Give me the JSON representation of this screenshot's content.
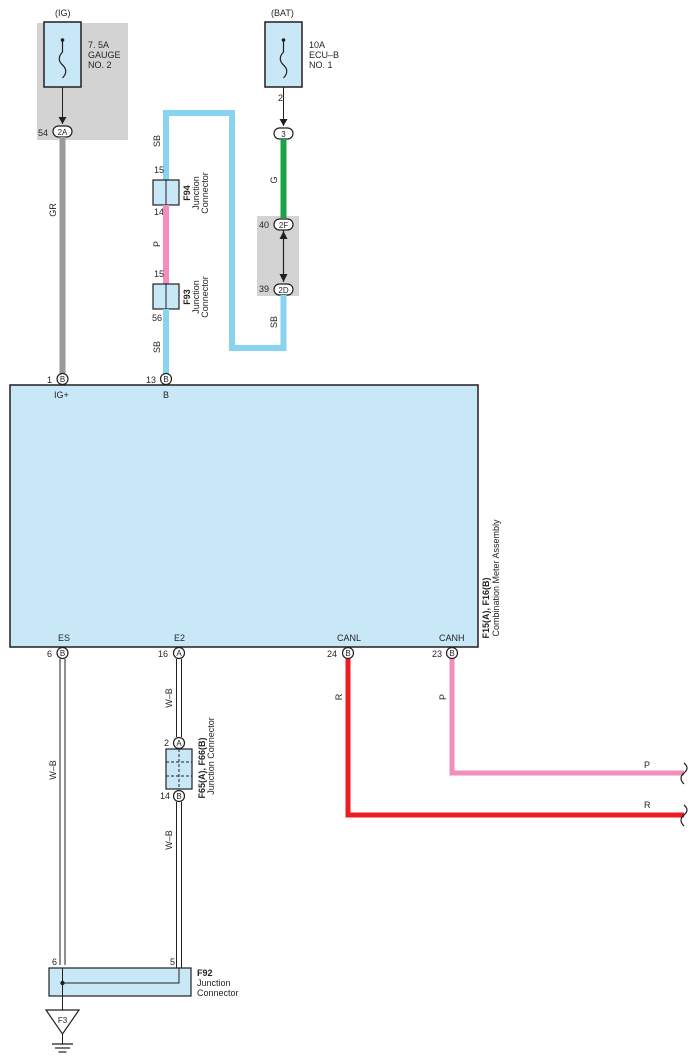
{
  "ig_source": {
    "label": "(IG)",
    "fuse_line1": "7. 5A",
    "fuse_line2": "GAUGE",
    "fuse_line3": "NO. 2",
    "pin": "54",
    "connector": "2A"
  },
  "bat_source": {
    "label": "(BAT)",
    "fuse_line1": "10A",
    "fuse_line2": "ECU–B",
    "fuse_line3": "NO. 1",
    "fuse_pin": "2",
    "connector": "3"
  },
  "junction_block": {
    "pin_top": "40",
    "conn_top": "2F",
    "pin_bottom": "39",
    "conn_bottom": "2D"
  },
  "wire_colors": {
    "gr": "GR",
    "sb": "SB",
    "p": "P",
    "g": "G",
    "r": "R",
    "wb": "W–B"
  },
  "f94": {
    "id": "F94",
    "line1": "Junction",
    "line2": "Connector",
    "pin_top": "15",
    "pin_bottom": "14"
  },
  "f93": {
    "id": "F93",
    "line1": "Junction",
    "line2": "Connector",
    "pin_top": "15",
    "pin_bottom": "56"
  },
  "meter": {
    "id": "F15(A), F16(B)",
    "name": "Combination Meter Assembly",
    "top_pins": [
      {
        "num": "1",
        "conn": "B",
        "label": "IG+"
      },
      {
        "num": "13",
        "conn": "B",
        "label": "B"
      }
    ],
    "bottom_pins": [
      {
        "num": "6",
        "conn": "B",
        "label": "ES"
      },
      {
        "num": "16",
        "conn": "A",
        "label": "E2"
      },
      {
        "num": "24",
        "conn": "B",
        "label": "CANL"
      },
      {
        "num": "23",
        "conn": "B",
        "label": "CANH"
      }
    ]
  },
  "f65": {
    "id": "F65(A), F66(B)",
    "name": "Junction Connector",
    "pin_top": "2",
    "conn_top": "A",
    "pin_bottom": "14",
    "conn_bottom": "B"
  },
  "f92": {
    "id": "F92",
    "line1": "Junction",
    "line2": "Connector",
    "pin_left": "6",
    "pin_right": "5"
  },
  "ground": {
    "id": "F3"
  },
  "colors": {
    "sb": "#87d3f0",
    "gr": "#999999",
    "g": "#1ba34a",
    "p": "#f28dbd",
    "r": "#ed1c24",
    "component_fill": "#c8e8f8",
    "shade": "#d3d3d3",
    "line": "#231f20"
  }
}
